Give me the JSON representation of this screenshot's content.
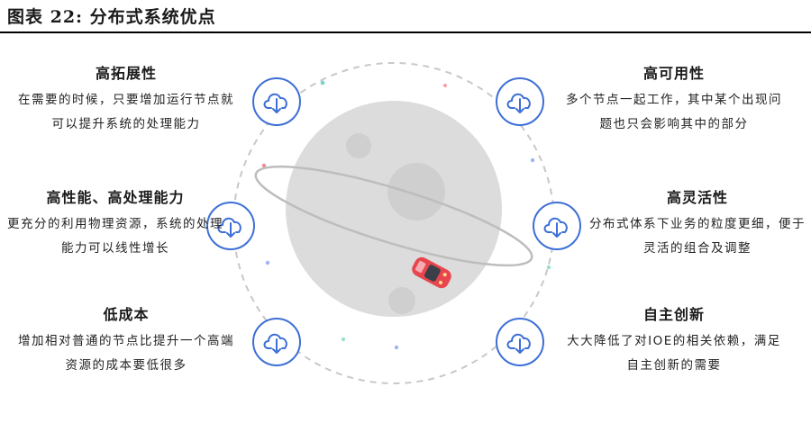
{
  "figure_title": "图表 22: 分布式系统优点",
  "colors": {
    "accent": "#3d6fd6",
    "badge_ring": "#3d6fd6",
    "moon": "#dcdcdc",
    "crater": "#cfcfcf",
    "orbit_dash": "#c8c8c8",
    "ring": "#bdbdbd",
    "car": "#e8464f"
  },
  "icon_name": "cloud-download-icon",
  "features": [
    {
      "title": "高拓展性",
      "desc": "在需要的时候，只要增加运行节点就可以提升系统的处理能力"
    },
    {
      "title": "高性能、高处理能力",
      "desc": "更充分的利用物理资源，系统的处理能力可以线性增长"
    },
    {
      "title": "低成本",
      "desc": "增加相对普通的节点比提升一个高端资源的成本要低很多"
    },
    {
      "title": "高可用性",
      "desc": "多个节点一起工作，其中某个出现问题也只会影响其中的部分"
    },
    {
      "title": "高灵活性",
      "desc": "分布式体系下业务的粒度更细，便于灵活的组合及调整"
    },
    {
      "title": "自主创新",
      "desc": "大大降低了对IOE的相关依赖，满足自主创新的需要"
    }
  ]
}
